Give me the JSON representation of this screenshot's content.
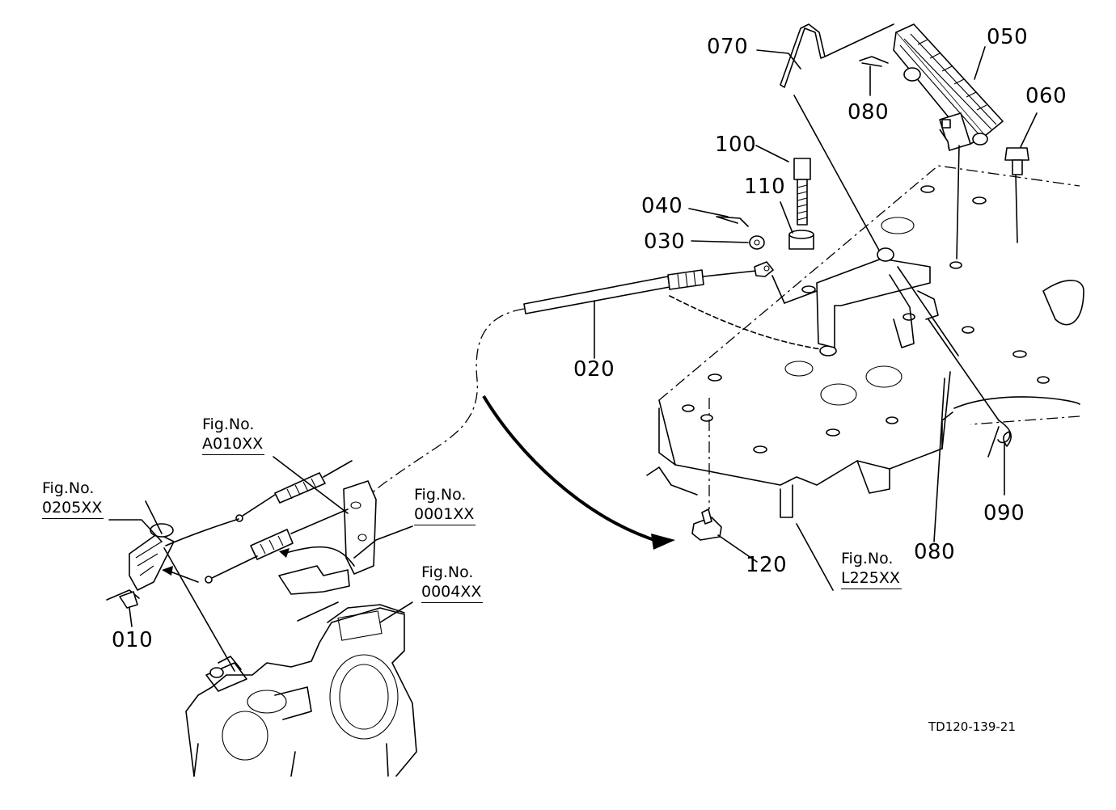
{
  "parts": {
    "p070": "070",
    "p050": "050",
    "p080_top": "080",
    "p060": "060",
    "p100": "100",
    "p110": "110",
    "p040": "040",
    "p030": "030",
    "p020": "020",
    "p090": "090",
    "p080_right": "080",
    "p120": "120",
    "p010": "010"
  },
  "figs": {
    "a010": {
      "prefix": "Fig.No.",
      "code": "A010XX"
    },
    "f0205": {
      "prefix": "Fig.No.",
      "code": "0205XX"
    },
    "f0001": {
      "prefix": "Fig.No.",
      "code": "0001XX"
    },
    "f0004": {
      "prefix": "Fig.No.",
      "code": "0004XX"
    },
    "l225": {
      "prefix": "Fig.No.",
      "code": "L225XX"
    }
  },
  "drawing_id": "TD120-139-21"
}
